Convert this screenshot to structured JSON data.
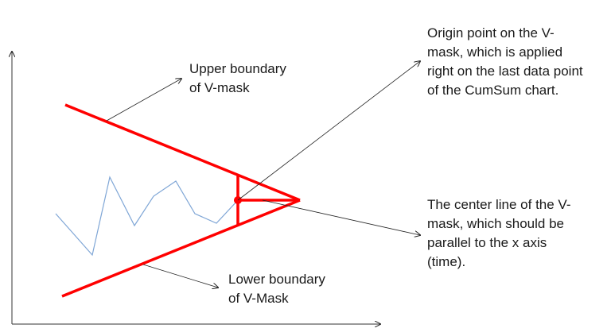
{
  "colors": {
    "mask": "#ff0000",
    "series": "#7fa6d6",
    "annotation": "#222222"
  },
  "labels": {
    "upper": [
      "Upper boundary",
      "of V-mask"
    ],
    "origin": [
      "Origin point on the V-",
      "mask, which is applied",
      "right on the last data point",
      "of the CumSum chart."
    ],
    "center": [
      "The center line of the V-",
      "mask, which should be",
      "parallel to the x axis",
      "(time)."
    ],
    "lower": [
      "Lower boundary",
      "of V-Mask"
    ]
  }
}
